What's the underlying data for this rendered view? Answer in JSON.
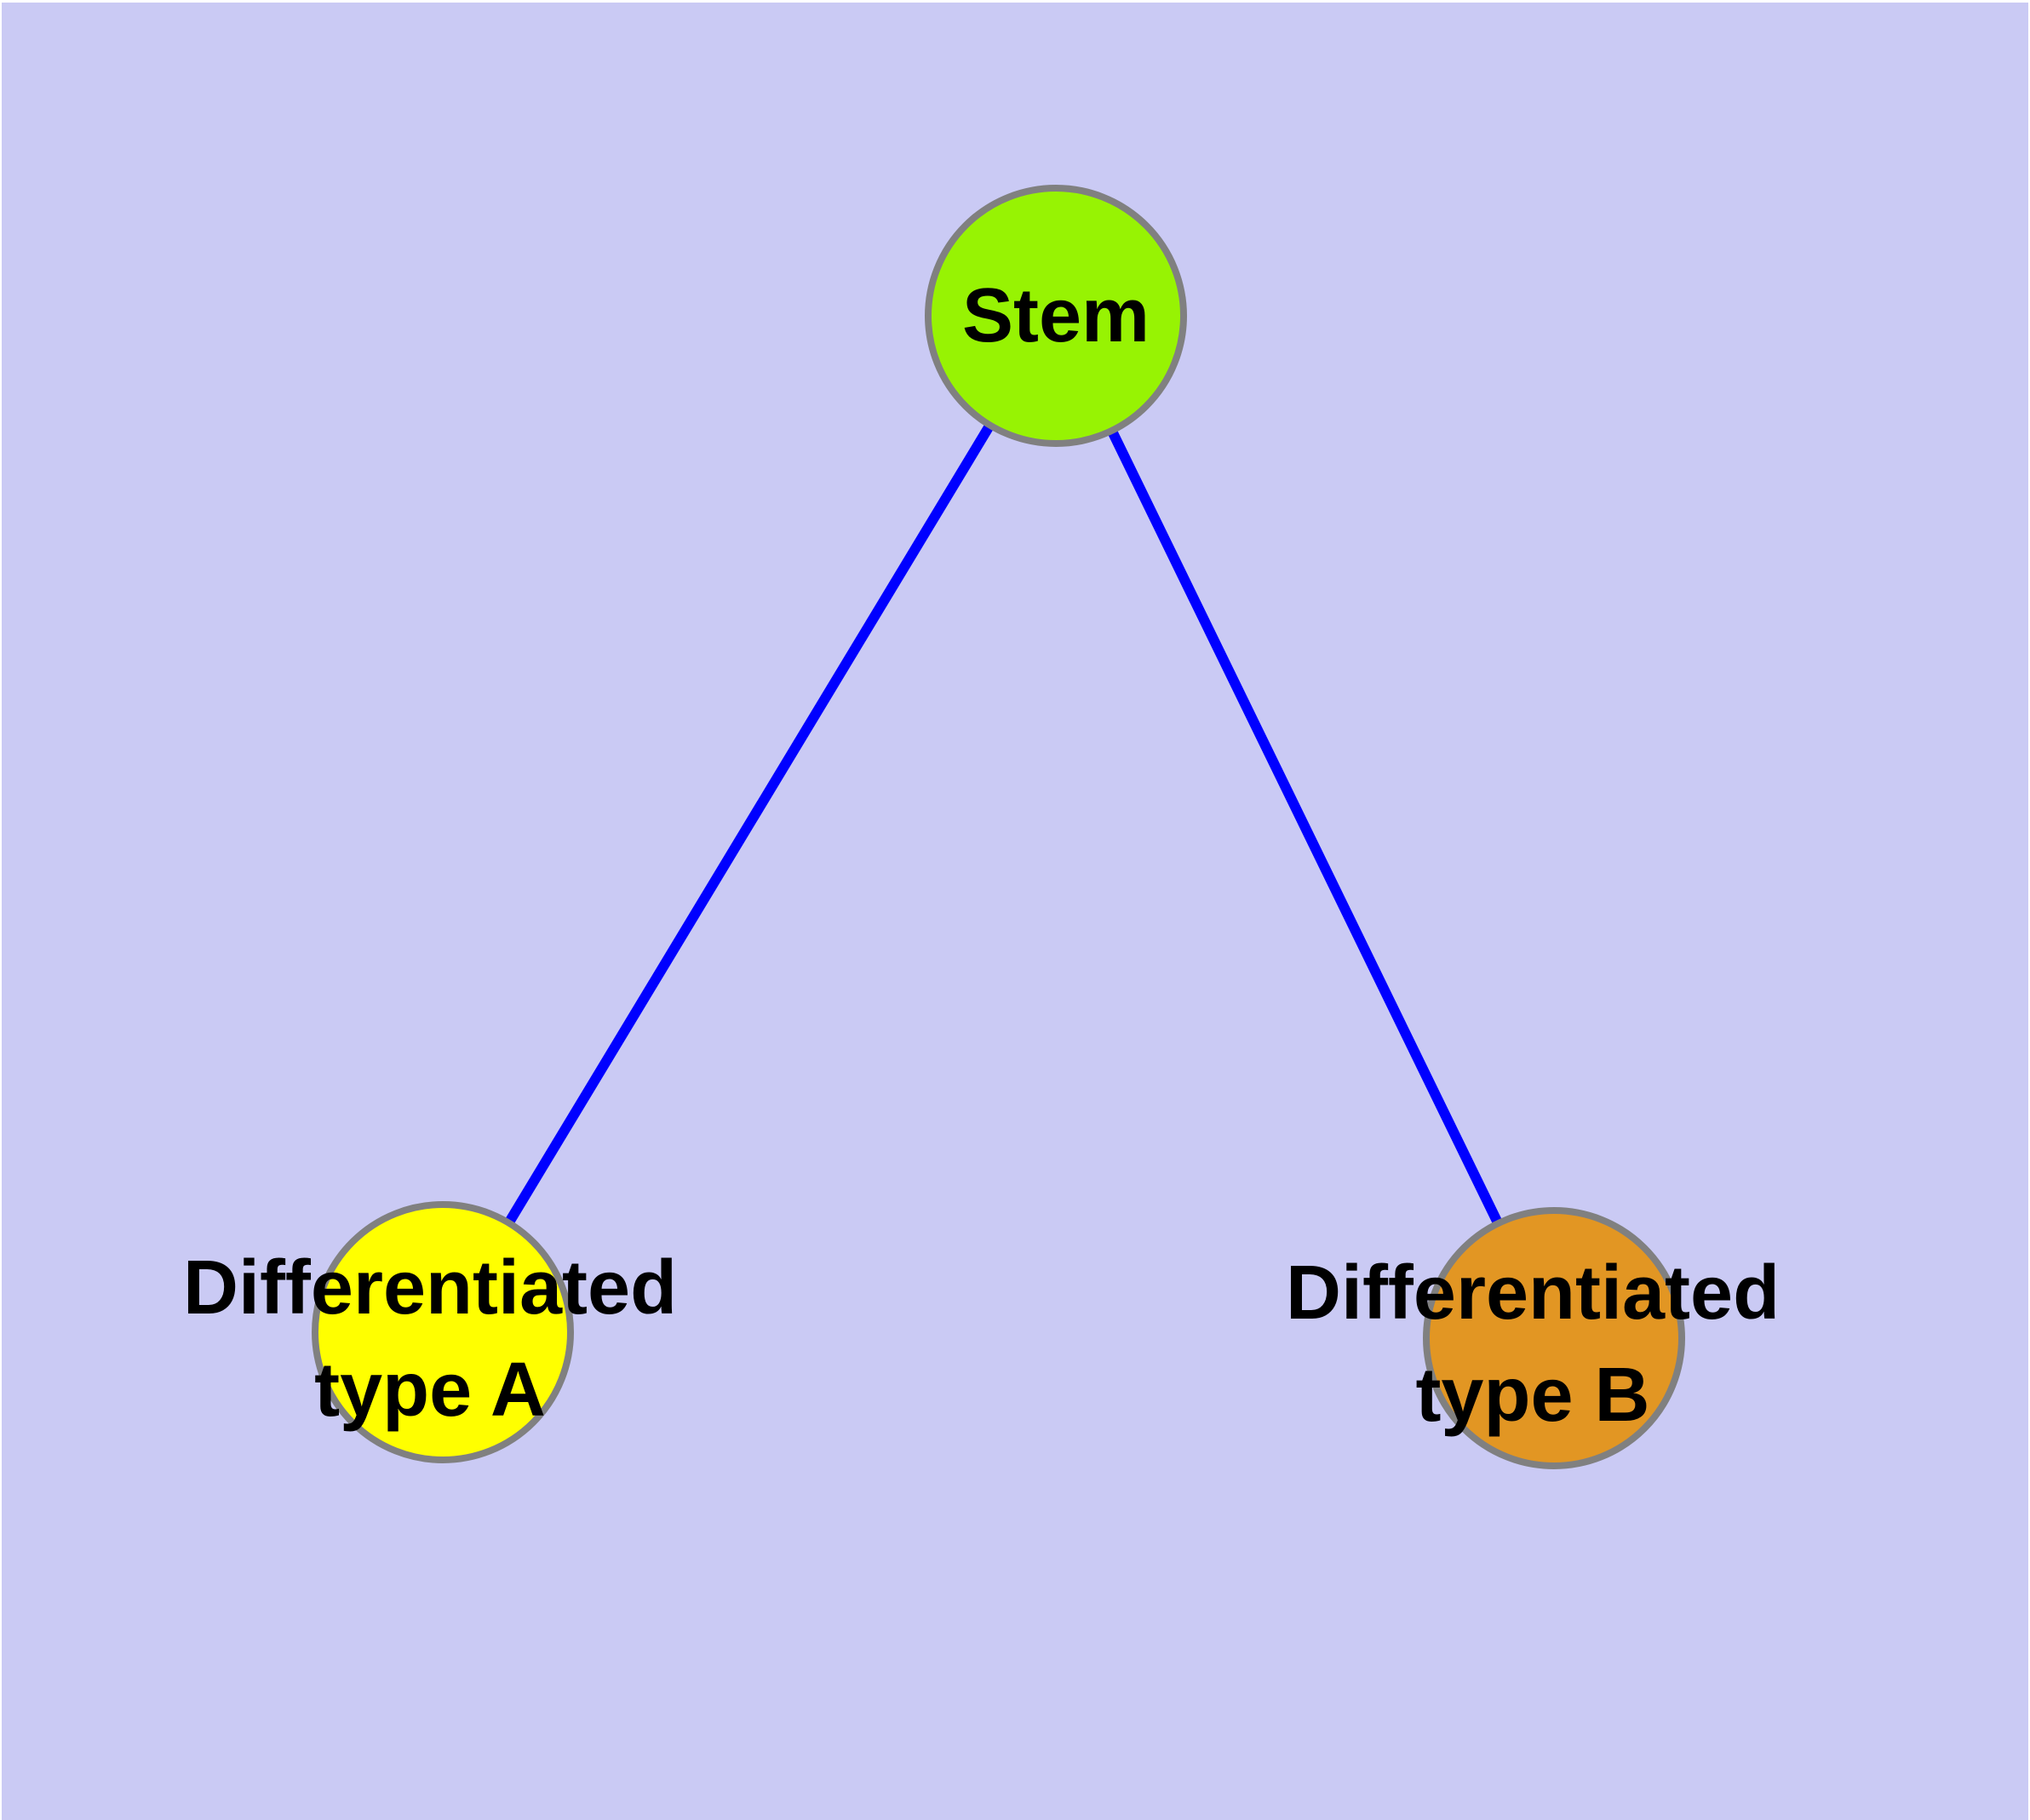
{
  "diagram": {
    "background_color": "#CACAF4",
    "frame_color": "#FFFFFF",
    "edge_color": "#0000FF",
    "node_border_color": "#808080",
    "label_color": "#000000",
    "nodes": {
      "stem": {
        "label": "Stem",
        "fill_color": "#97F303"
      },
      "type_a": {
        "label_line1": "Differentiated",
        "label_line2": "type A",
        "fill_color": "#FFFF00"
      },
      "type_b": {
        "label_line1": "Differentiated",
        "label_line2": "type B",
        "fill_color": "#E29623"
      }
    },
    "edges": [
      {
        "from": "Stem",
        "to": "Differentiated type A"
      },
      {
        "from": "Stem",
        "to": "Differentiated type B"
      }
    ]
  }
}
